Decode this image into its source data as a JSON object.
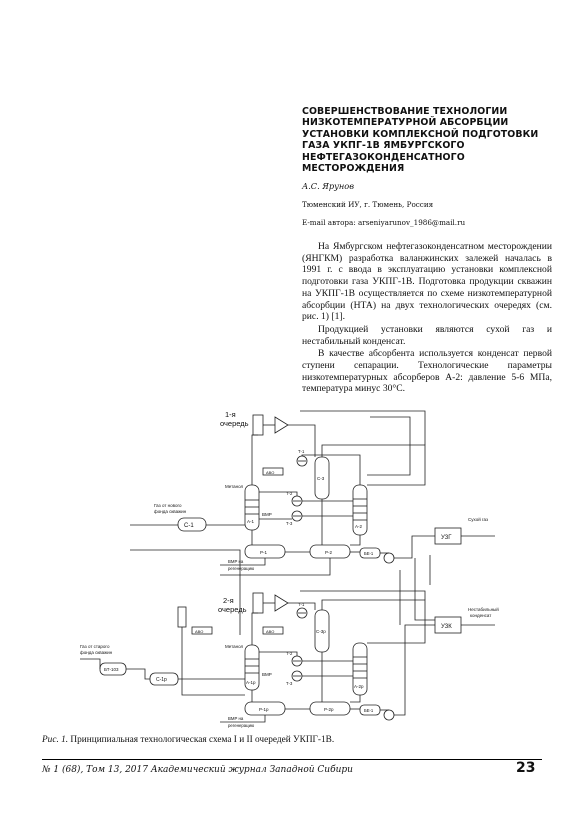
{
  "article": {
    "title": "СОВЕРШЕНСТВОВАНИЕ ТЕХНОЛОГИИ НИЗКОТЕМПЕРАТУРНОЙ АБСОРБЦИИ УСТАНОВКИ КОМПЛЕКСНОЙ ПОДГОТОВКИ ГАЗА УКПГ-1В ЯМБУРГСКОГО НЕФТЕГАЗОКОНДЕНСАТНОГО МЕСТОРОЖДЕНИЯ",
    "author": "А.С. Ярунов",
    "affiliation": "Тюменский ИУ, г. Тюмень, Россия",
    "email": "E-mail автора: arseniyarunov_1986@mail.ru",
    "paragraphs": [
      "На Ямбургском нефтегазоконденсатном месторождении (ЯНГКМ) разработка валанжинских залежей началась в 1991 г. с ввода в эксплуатацию установки комплексной подготовки газа УКПГ-1В. Подготовка продукции скважин на УКПГ-1В осуществляется по схеме низкотемпературной абсорбции (НТА) на двух технологических очередях (см. рис. 1) [1].",
      "Продукцией установки являются сухой газ и нестабильный конденсат.",
      "В качестве абсорбента используется конденсат первой ступени сепарации. Технологические параметры низкотемпературных абсорберов А-2: давление 5-6 МПа, температура минус 30°С."
    ]
  },
  "figure": {
    "caption_num": "Рис. 1.",
    "caption_text": " Принципиальная технологическая схема I и II очередей УКПГ-1В.",
    "labels": {
      "queue1": "1-я",
      "queue1b": "очередь",
      "queue2": "2-я",
      "queue2b": "очередь",
      "gas_new": "Газ от нового",
      "gas_new2": "фонда скважин",
      "gas_old": "Газ от старого",
      "gas_old2": "фонда скважин",
      "s1": "С-1",
      "s1r": "С-1р",
      "bt103": "БТ-103",
      "uzg": "УЗГ",
      "uzk": "УЗК",
      "dry_gas": "Сухой газ",
      "unstable": "Нестабильный",
      "unstable2": "конденсат",
      "methanol": "Метанол",
      "methanol2": "Метанол",
      "vmr": "ВМР",
      "vmr2": "ВМР",
      "vmr_out": "ВМР на",
      "vmr_out2": "регенерацию",
      "vmr_out3": "ВМР на",
      "vmr_out4": "регенерацию",
      "a1": "А-1",
      "a1r": "А-1р",
      "a2": "А-2",
      "a2r": "А-2р",
      "r1": "Р-1",
      "r2": "Р-2",
      "r1r": "Р-1р",
      "r2r": "Р-2р",
      "be1": "БЕ-1",
      "be1r": "БЕ-1",
      "s3": "С-3",
      "s3r": "С-3р",
      "t1": "Т-1",
      "t2": "Т-2",
      "t3": "Т-3",
      "t1r": "Т-1",
      "t2r": "Т-2",
      "t3r": "Т-3",
      "avo": "АВО",
      "avo2": "АВО",
      "avo3": "АВО"
    }
  },
  "footer": {
    "issue": "№ 1 (68),  Том 13,  2017    Академический журнал Западной Сибири",
    "page": "23"
  }
}
